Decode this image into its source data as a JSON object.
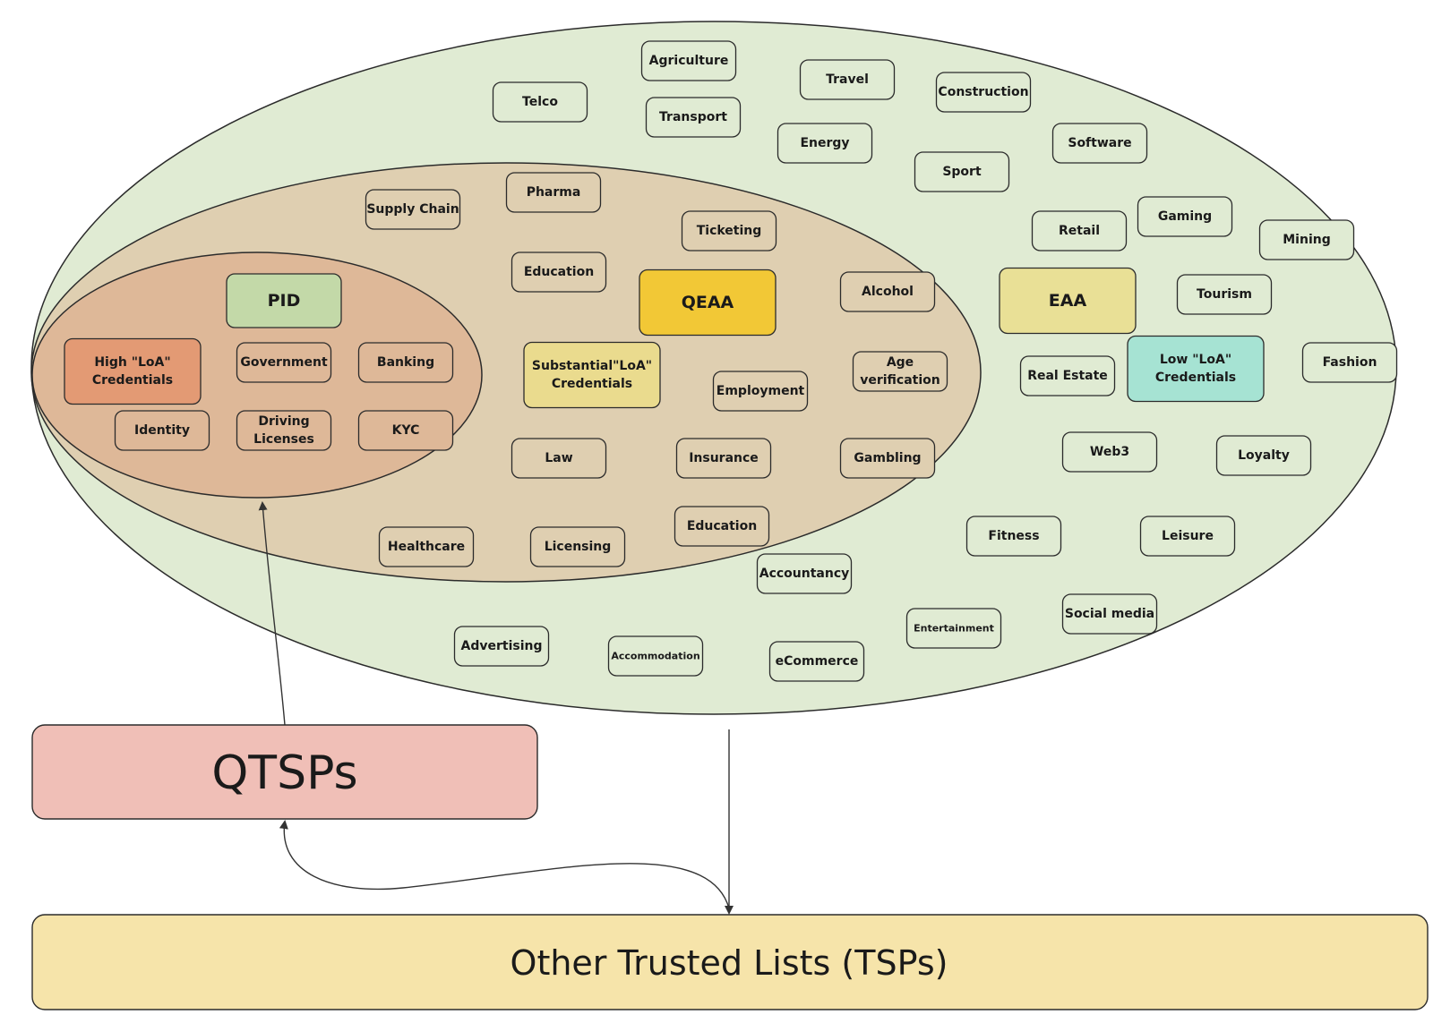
{
  "colors": {
    "outer_region": "#e0ebd3",
    "middle_region": "#dfcfb1",
    "inner_region": "#deb898",
    "box_default_outer": "#e0ebd3",
    "box_default_middle": "#dfcfb1",
    "box_default_inner": "#deb898",
    "pid": "#c3d9a8",
    "high_loa": "#e39a74",
    "qeaa": "#f2c836",
    "substantial_loa": "#eadb8e",
    "eaa": "#e9e096",
    "low_loa": "#a6e3d3",
    "qtsps": "#f0bfb7",
    "trusted_lists": "#f6e4aa"
  },
  "inner_nodes": [
    {
      "id": "pid",
      "label": "PID",
      "style": "pid"
    },
    {
      "id": "high-loa",
      "label": "High \"LoA\"|Credentials",
      "style": "high_loa"
    },
    {
      "id": "government",
      "label": "Government"
    },
    {
      "id": "banking",
      "label": "Banking"
    },
    {
      "id": "identity",
      "label": "Identity"
    },
    {
      "id": "driving-licenses",
      "label": "Driving|Licenses"
    },
    {
      "id": "kyc",
      "label": "KYC"
    }
  ],
  "middle_nodes": [
    {
      "id": "supply-chain",
      "label": "Supply Chain"
    },
    {
      "id": "pharma",
      "label": "Pharma"
    },
    {
      "id": "ticketing",
      "label": "Ticketing"
    },
    {
      "id": "education-1",
      "label": "Education"
    },
    {
      "id": "qeaa",
      "label": "QEAA",
      "style": "qeaa"
    },
    {
      "id": "alcohol",
      "label": "Alcohol"
    },
    {
      "id": "substantial-loa",
      "label": "Substantial\"LoA\"|Credentials",
      "style": "substantial_loa"
    },
    {
      "id": "employment",
      "label": "Employment"
    },
    {
      "id": "age-verification",
      "label": "Age|verification"
    },
    {
      "id": "law",
      "label": "Law"
    },
    {
      "id": "insurance",
      "label": "Insurance"
    },
    {
      "id": "gambling",
      "label": "Gambling"
    },
    {
      "id": "healthcare",
      "label": "Healthcare"
    },
    {
      "id": "licensing",
      "label": "Licensing"
    },
    {
      "id": "education-2",
      "label": "Education"
    }
  ],
  "outer_nodes": [
    {
      "id": "agriculture",
      "label": "Agriculture"
    },
    {
      "id": "telco",
      "label": "Telco"
    },
    {
      "id": "transport",
      "label": "Transport"
    },
    {
      "id": "travel",
      "label": "Travel"
    },
    {
      "id": "construction",
      "label": "Construction"
    },
    {
      "id": "energy",
      "label": "Energy"
    },
    {
      "id": "software",
      "label": "Software"
    },
    {
      "id": "sport",
      "label": "Sport"
    },
    {
      "id": "retail",
      "label": "Retail"
    },
    {
      "id": "gaming",
      "label": "Gaming"
    },
    {
      "id": "mining",
      "label": "Mining"
    },
    {
      "id": "eaa",
      "label": "EAA",
      "style": "eaa"
    },
    {
      "id": "tourism",
      "label": "Tourism"
    },
    {
      "id": "real-estate",
      "label": "Real Estate"
    },
    {
      "id": "low-loa",
      "label": "Low \"LoA\"|Credentials",
      "style": "low_loa"
    },
    {
      "id": "fashion",
      "label": "Fashion"
    },
    {
      "id": "web3",
      "label": "Web3"
    },
    {
      "id": "loyalty",
      "label": "Loyalty"
    },
    {
      "id": "fitness",
      "label": "Fitness"
    },
    {
      "id": "leisure",
      "label": "Leisure"
    },
    {
      "id": "accountancy",
      "label": "Accountancy"
    },
    {
      "id": "social-media",
      "label": "Social media"
    },
    {
      "id": "entertainment",
      "label": "Entertainment"
    },
    {
      "id": "advertising",
      "label": "Advertising"
    },
    {
      "id": "accommodation",
      "label": "Accommodation"
    },
    {
      "id": "ecommerce",
      "label": "eCommerce"
    }
  ],
  "qtsps": {
    "label": "QTSPs"
  },
  "trusted_lists": {
    "label": "Other Trusted Lists (TSPs)"
  }
}
